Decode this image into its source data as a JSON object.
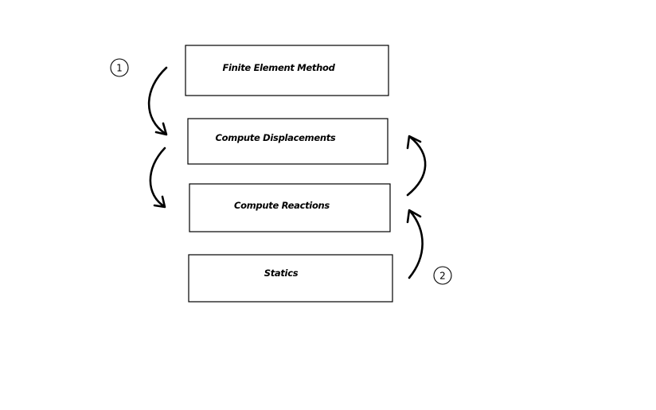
{
  "diagram": {
    "boxes": [
      {
        "id": "finite-element-method",
        "label": "Finite Element Method"
      },
      {
        "id": "compute-displacements",
        "label": "Compute Displacements"
      },
      {
        "id": "compute-reactions",
        "label": "Compute Reactions"
      },
      {
        "id": "statics",
        "label": "Statics"
      }
    ],
    "markers": [
      {
        "id": "path-1",
        "label": "1"
      },
      {
        "id": "path-2",
        "label": "2"
      }
    ]
  }
}
